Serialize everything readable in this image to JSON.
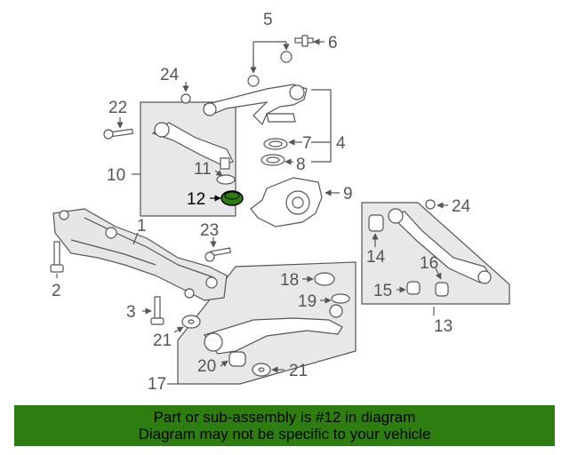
{
  "callouts": {
    "c1": "1",
    "c2": "2",
    "c3": "3",
    "c4": "4",
    "c5": "5",
    "c6": "6",
    "c7": "7",
    "c8": "8",
    "c9": "9",
    "c10": "10",
    "c11": "11",
    "c12": "12",
    "c13": "13",
    "c14": "14",
    "c15": "15",
    "c16": "16",
    "c17": "17",
    "c18": "18",
    "c19": "19",
    "c20": "20",
    "c21a": "21",
    "c21b": "21",
    "c22": "22",
    "c23": "23",
    "c24a": "24",
    "c24b": "24"
  },
  "banner": {
    "line1": "Part or sub-assembly is #12 in diagram",
    "line2": "Diagram may not be specific to your vehicle",
    "bg_color": "#2e7d10"
  },
  "highlight": {
    "part": "12",
    "color": "#2e7d10"
  }
}
